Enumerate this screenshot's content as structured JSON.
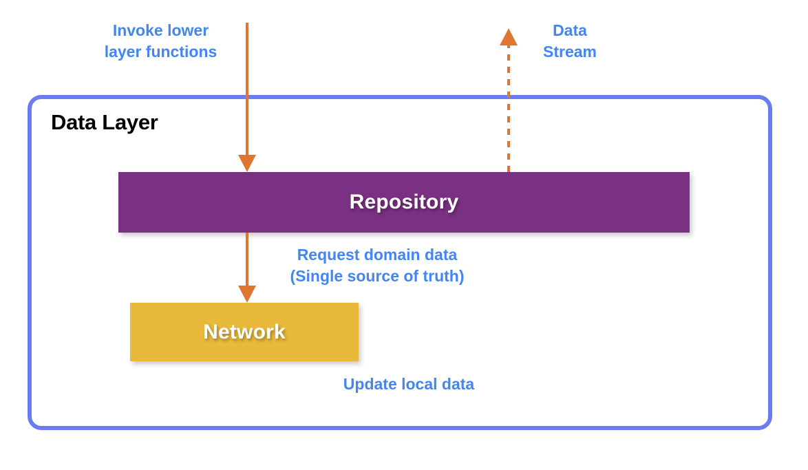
{
  "diagram": {
    "title": "Data Layer",
    "background": "#FFFFFF",
    "container": {
      "label": "Data Layer",
      "border_color": "#6B7BF0"
    },
    "nodes": [
      {
        "id": "repository",
        "label": "Repository",
        "color": "#7B3183",
        "text_color": "#FFFFFF"
      },
      {
        "id": "network",
        "label": "Network",
        "color": "#E9B93C",
        "text_color": "#FFFFFF"
      }
    ],
    "annotations": [
      {
        "id": "invoke",
        "text": "Invoke lower\nlayer functions",
        "color": "#4285F4"
      },
      {
        "id": "data-stream",
        "text": "Data\nStream",
        "color": "#4285F4"
      },
      {
        "id": "request-domain-data",
        "text": "Request domain data\n(Single source of truth)",
        "color": "#4285F4"
      },
      {
        "id": "update-local-data",
        "text": "Update local data",
        "color": "#4285F4"
      }
    ],
    "arrows": [
      {
        "id": "invoke-arrow",
        "style": "solid",
        "direction": "down",
        "color": "#E0752F",
        "from": "outside-top",
        "to": "repository"
      },
      {
        "id": "data-stream-arrow",
        "style": "dashed",
        "direction": "up",
        "color": "#E0752F",
        "from": "repository",
        "to": "outside-top"
      },
      {
        "id": "request-arrow",
        "style": "solid",
        "direction": "down",
        "color": "#E0752F",
        "from": "repository",
        "to": "network"
      }
    ]
  }
}
